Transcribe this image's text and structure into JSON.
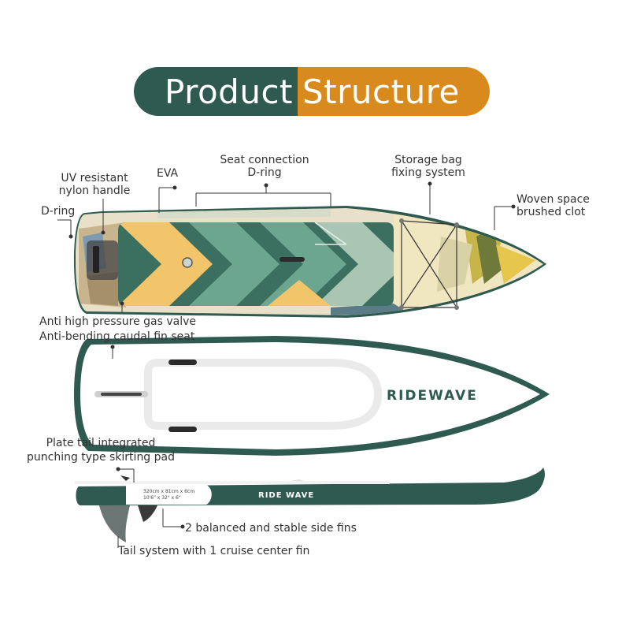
{
  "title": {
    "left": "Product",
    "right": "Structure"
  },
  "colors": {
    "dark_green": "#2f5a4f",
    "orange": "#d88a1c",
    "teal": "#4d8c79",
    "yellow": "#f3c56a"
  },
  "labels": {
    "uv_handle_1": "UV resistant",
    "uv_handle_2": "nylon handle",
    "eva": "EVA",
    "seat_dring_1": "Seat connection",
    "seat_dring_2": "D-ring",
    "storage_1": "Storage bag",
    "storage_2": "fixing system",
    "woven_1": "Woven space",
    "woven_2": "brushed clot",
    "dring": "D-ring",
    "gas_valve": "Anti high pressure gas valve",
    "fin_seat": "Anti-bending caudal fin seat",
    "plate_tail_1": "Plate tail integrated",
    "plate_tail_2": "punching type skirting pad",
    "side_fins": "2 balanced and stable side fins",
    "center_fin": "Tail system with 1 cruise center fin"
  },
  "brand": "RIDEWAVE",
  "side_brand": "RIDE WAVE",
  "spec_1": "320cm x 81cm x 6cm",
  "spec_2": "10'6\" x 32\" x 6\""
}
